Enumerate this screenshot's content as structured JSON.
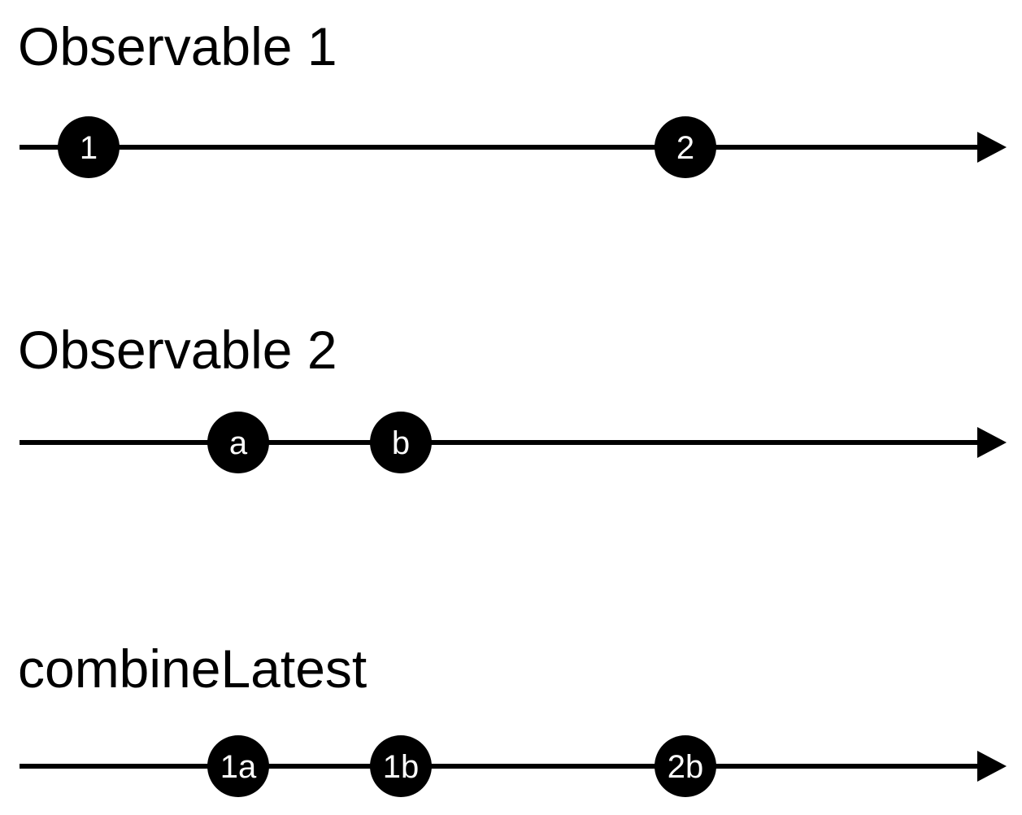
{
  "lanes": [
    {
      "title": "Observable 1",
      "events": [
        "1",
        "2"
      ]
    },
    {
      "title": "Observable 2",
      "events": [
        "a",
        "b"
      ]
    },
    {
      "title": "combineLatest",
      "events": [
        "1a",
        "1b",
        "2b"
      ]
    }
  ],
  "colors": {
    "line": "#000000",
    "marble": "#000000",
    "marble_text": "#ffffff",
    "background": "#ffffff"
  }
}
